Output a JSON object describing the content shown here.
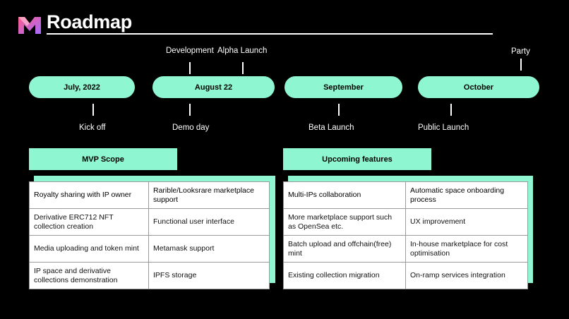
{
  "page": {
    "title": "Roadmap"
  },
  "brand": {
    "logo": "m-logo-icon",
    "accent": "#8ef7d2",
    "logo_colors": [
      "#ff5a8a",
      "#a56cff"
    ]
  },
  "timeline": {
    "milestones": [
      {
        "label": "July, 2022"
      },
      {
        "label": "August 22"
      },
      {
        "label": "September"
      },
      {
        "label": "October"
      }
    ],
    "events_above": [
      "Development",
      "Alpha Launch",
      "Party"
    ],
    "events_below": [
      "Kick off",
      "Demo day",
      "Beta Launch",
      "Public Launch"
    ]
  },
  "mvp": {
    "title": "MVP Scope",
    "rows": [
      [
        "Royalty sharing with IP owner",
        "Rarible/Looksrare marketplace support"
      ],
      [
        "Derivative ERC712 NFT collection creation",
        "Functional user interface"
      ],
      [
        "Media uploading and token mint",
        "Metamask support"
      ],
      [
        "IP space and derivative collections demonstration",
        "IPFS storage"
      ]
    ]
  },
  "upcoming": {
    "title": "Upcoming features",
    "rows": [
      [
        "Multi-IPs collaboration",
        "Automatic space onboarding process"
      ],
      [
        "More marketplace support such as OpenSea etc.",
        "UX improvement"
      ],
      [
        "Batch upload and offchain(free) mint",
        "In-house marketplace for cost optimisation"
      ],
      [
        "Existing collection migration",
        "On-ramp services integration"
      ]
    ]
  }
}
